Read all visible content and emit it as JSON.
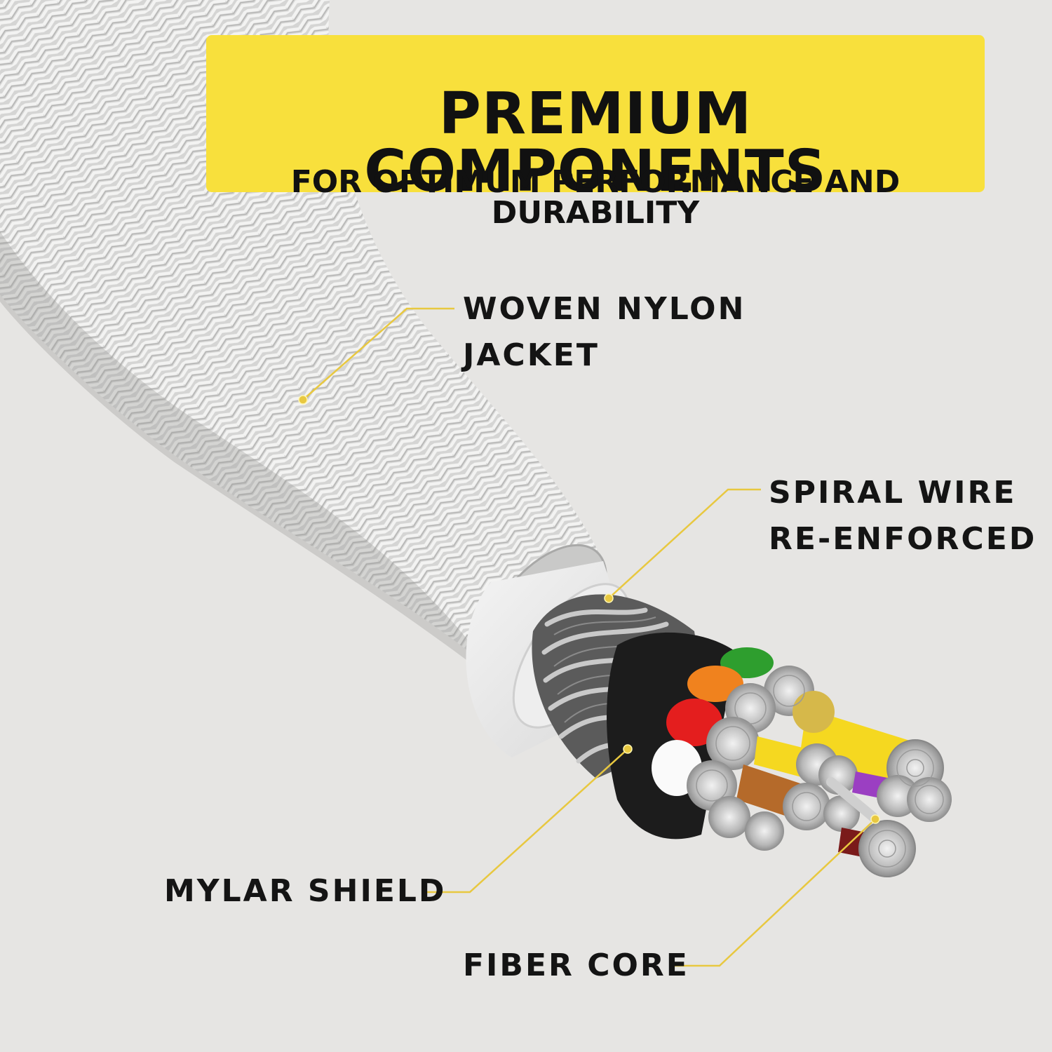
{
  "banner": {
    "title": "PREMIUM COMPONENTS",
    "subtitle": "FOR OPTIMUM PERFORMANCE AND DURABILITY"
  },
  "callouts": {
    "woven_nylon": {
      "line1": "WOVEN NYLON",
      "line2": "JACKET"
    },
    "spiral_wire": {
      "line1": "SPIRAL WIRE",
      "line2": "RE-ENFORCED"
    },
    "mylar_shield": {
      "text": "MYLAR SHIELD"
    },
    "fiber_core": {
      "text": "FIBER CORE"
    }
  },
  "colors": {
    "background": "#e6e5e3",
    "banner": "#f8e03c",
    "leader_line": "#e8c840",
    "jacket": "#d3d3d3",
    "wire_colors": [
      "#2e9e2e",
      "#f0821e",
      "#e41e1e",
      "#f5d820",
      "#ffffff",
      "#b56a2a",
      "#9b3fc2",
      "#7a1a1a"
    ]
  }
}
